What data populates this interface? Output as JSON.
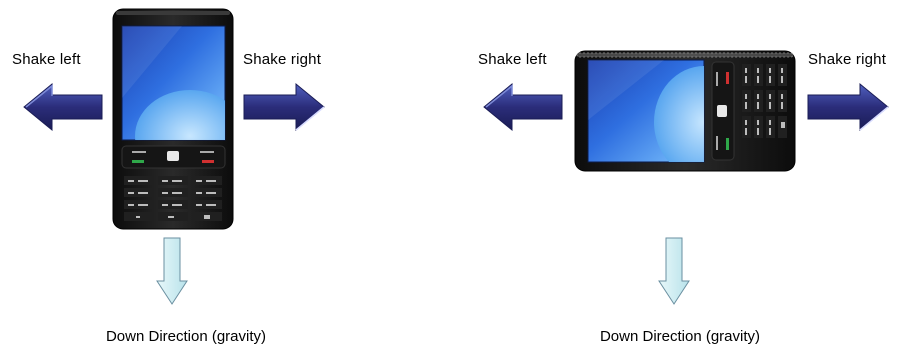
{
  "panels": [
    {
      "orientation": "portrait",
      "shake_left": "Shake left",
      "shake_right": "Shake right",
      "gravity": "Down Direction (gravity)"
    },
    {
      "orientation": "landscape",
      "shake_left": "Shake left",
      "shake_right": "Shake right",
      "gravity": "Down Direction (gravity)"
    }
  ],
  "colors": {
    "shake_arrow": "#2b2d7a",
    "shake_arrow_light": "#4a5ab8",
    "gravity_arrow_fill": "#cfeef2",
    "gravity_arrow_stroke": "#6a8fa0",
    "phone_body": "#1a1a1a",
    "screen_blue": "#2f6fe0"
  },
  "icons": [
    "arrow-left-icon",
    "arrow-right-icon",
    "arrow-down-icon",
    "phone-icon"
  ]
}
